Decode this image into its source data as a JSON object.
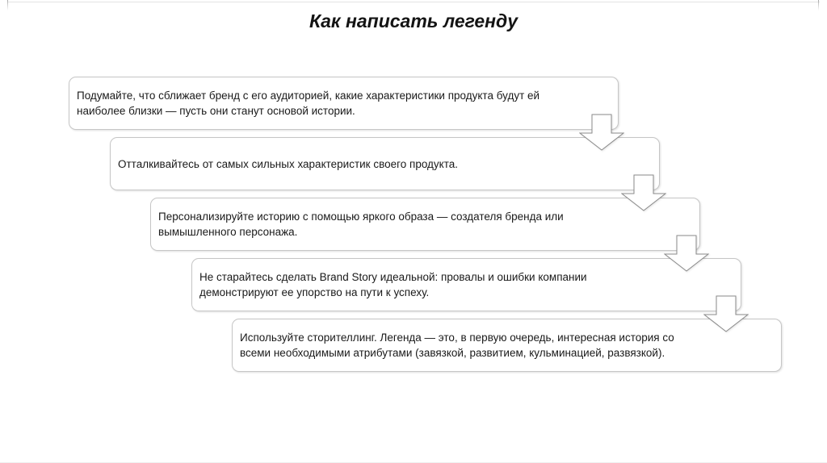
{
  "title": "Как написать легенду",
  "diagram": {
    "type": "step-down-process",
    "steps": [
      {
        "text": "Подумайте, что сближает бренд с его аудиторией, какие характеристики продукта будут ей\nнаиболее близки — пусть они станут основой истории."
      },
      {
        "text": "Отталкивайтесь от самых сильных характеристик своего продукта."
      },
      {
        "text": "Персонализируйте историю с помощью яркого образа — создателя бренда или\nвымышленного персонажа."
      },
      {
        "text": "Не старайтесь сделать Brand Story идеальной: провалы и ошибки компании\nдемонстрируют ее упорство на пути к успеху."
      },
      {
        "text": "Используйте сторителлинг. Легенда — это, в первую очередь, интересная история со\nвсеми необходимыми атрибутами (завязкой, развитием, кульминацией, развязкой)."
      }
    ],
    "connector_icon": "down-block-arrow"
  },
  "colors": {
    "background": "#ffffff",
    "box_fill": "#ffffff",
    "box_border": "#c6c6c6",
    "arrow_outline": "#8a8a8a",
    "title_text": "#141414",
    "body_text": "#1a1a1a"
  }
}
